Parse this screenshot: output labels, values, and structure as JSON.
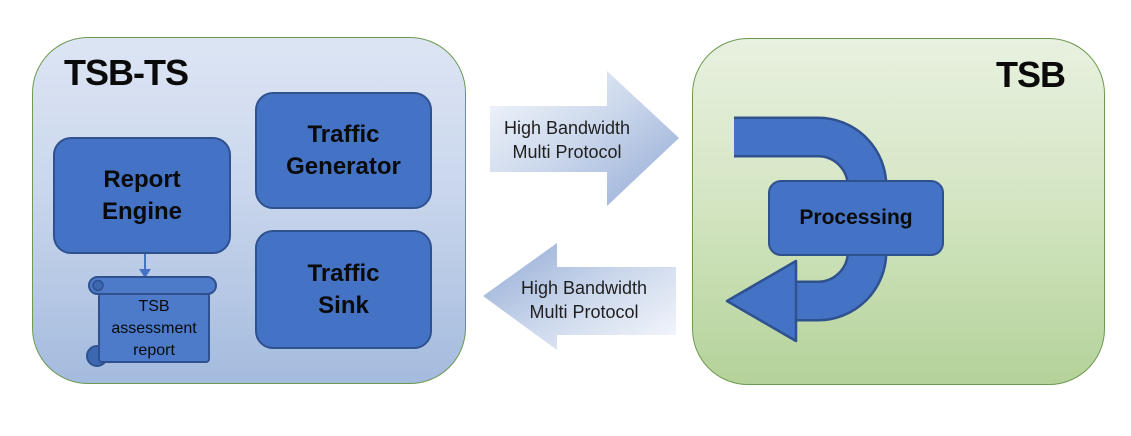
{
  "left_panel": {
    "title": "TSB-TS",
    "boxes": {
      "report_engine": "Report\nEngine",
      "traffic_generator": "Traffic\nGenerator",
      "traffic_sink": "Traffic\nSink"
    },
    "scroll_label": "TSB\nassessment\nreport"
  },
  "right_panel": {
    "title": "TSB",
    "processing_label": "Processing"
  },
  "arrows": {
    "to_tsb_label": "High Bandwidth\nMulti Protocol",
    "to_tsb_ts_label": "High Bandwidth\nMulti Protocol"
  },
  "colors": {
    "node_fill": "#4472c4",
    "node_border": "#2f528f",
    "panel_border": "#6d9a52",
    "left_panel_top": "#dde5f4",
    "left_panel_bottom": "#a4bbde",
    "right_panel_top": "#e8f1e0",
    "right_panel_bottom": "#b4d299",
    "block_arrow_light": "#f5f8fc",
    "block_arrow_dark": "#9db3d9"
  }
}
